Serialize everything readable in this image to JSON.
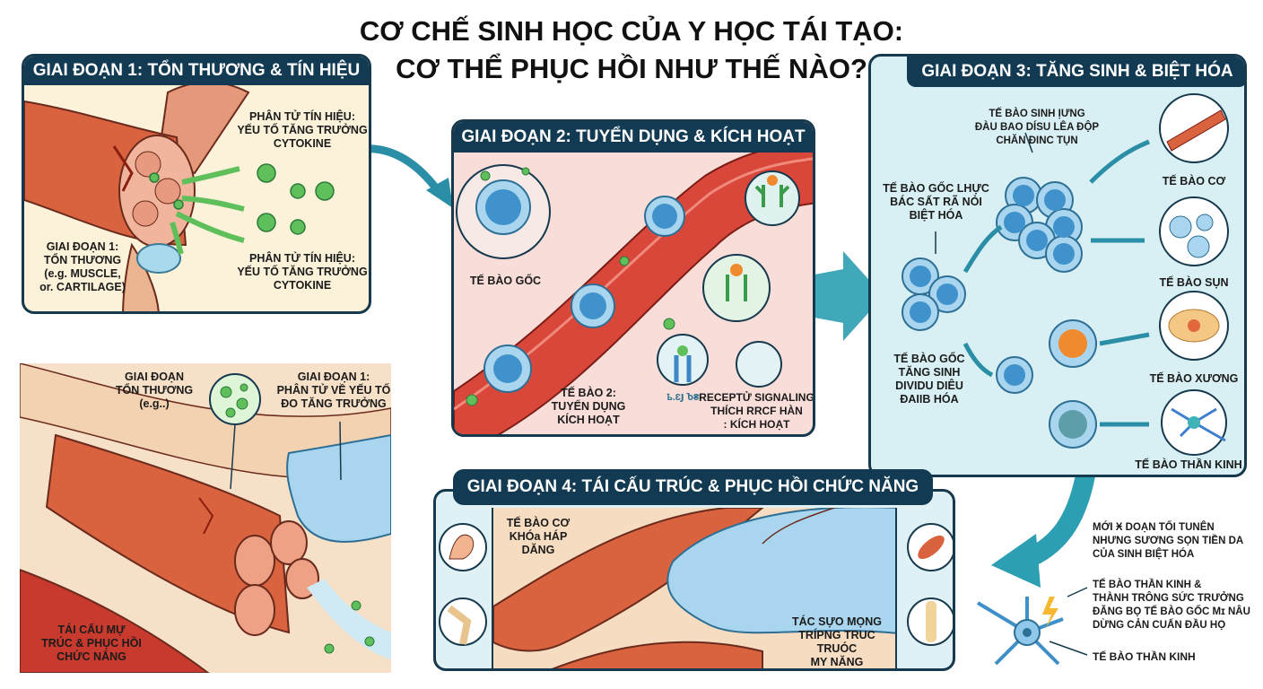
{
  "title": {
    "line1": "CƠ CHẾ SINH HỌC CỦA Y HỌC TÁI TẠO:",
    "line2": "CƠ THỂ PHỤC HỒI NHƯ THẾ NÀO?"
  },
  "stage1": {
    "header": "GIAI ĐOẠN 1: TỔN THƯƠNG & TÍN HIỆU",
    "signal_top": "PHÂN TỬ TÍN HIỆU:\nYẾU TỐ TĂNG TRƯỞNG\nCYTOKINE",
    "signal_bottom": "PHÂN TỬ TÍN HIỆU:\nYẾU TỐ TĂNG TRƯỞNG\nCYTOKINE",
    "injury": "GIAI ĐOẠN 1:\nTỔN THƯƠNG\n(e.g. MUSCLE,\nor. CARTILAGE)"
  },
  "stage2": {
    "header": "GIAI ĐOẠN 2: TUYỂN DỤNG & KÍCH HOẠT",
    "stem_cell": "TẾ BÀO GỐC",
    "recruit": "TẾ BÀO 2:\nTUYỂN DỤNG\nKÍCH HOẠT",
    "receptor": "RECEPTỬ SIGNALING\nTHÍCH RRCF HÀN\n: KÍCH HOẠT",
    "small": "ҍ.ƐͿ Ⴆ₴i"
  },
  "stage3": {
    "header": "GIAI ĐOẠN 3: TĂNG SINH & BIỆT HÓA",
    "cluster": "TẾ BÀO SINH ỊƯNG\nĐÀU BAO DÍSU LÊA ĐỘP\nCHĂN ĐINC TỤN",
    "stem_a": "TẾ BÀO GỐC LHỰC\nBÁC SẤT RÃ NỎI\nBIỆT HÓA",
    "stem_b": "TẾ BÀO GỐC\nTĂNG SINH\nDIVIDU DIÊU\nĐAIIB HÓA",
    "outputs": [
      "TẾ BÀO CƠ",
      "TẾ BÀO SỤN",
      "TẾ BÀO XƯƠNG",
      "TẾ BÀO THẦN KINH"
    ]
  },
  "tissue": {
    "stage_injury": "GIAI ĐOẠN\nTỔN THƯƠNG\n(e.g..)",
    "stage1_factor": "GIAI ĐOẠN 1:\nPHÂN TỬ VỀ YẾU TỐ\nĐO TĂNG TRƯỞNG",
    "remodel": "TÁI CẤU MỰ\nTRÚC & PHỤC HỒI\nCHỨC NẮNG"
  },
  "stage4": {
    "header": "GIAI ĐOẠN 4: TÁI CẤU TRÚC & PHỤC HỒI CHỨC NĂNG",
    "muscle": "TẾ BÀO CƠ\nKHÓa HÁP\nDĂNG",
    "effect": "TÁC SỰO MỌNG\nTRÍPNG TRUC TRUÓC\nMY NĂNG"
  },
  "notes": {
    "note1": "MỚI Ӿ DOẠN TỐI TUNÊN\nNHƯNG SƯƠNG SỌN TIỀN DA\nCỦA SINH BIỆT HÓA",
    "note2": "TẾ BÀO THẦN KINH &\nTHÀNH TRÔNG SỨC TRƯỞNG\nĐĂNG BỌ TẾ BÀO GỐC Mɪ NÂU\nDỪNG CẢN CUẤN ĐẦU HỌ",
    "note3": "TẾ BÀO THẦN KINH"
  },
  "colors": {
    "navy": "#123a52",
    "teal": "#2a8fa6",
    "muscle": "#d9623f",
    "cell": "#4a9fd3",
    "signal": "#5fbf5a"
  }
}
